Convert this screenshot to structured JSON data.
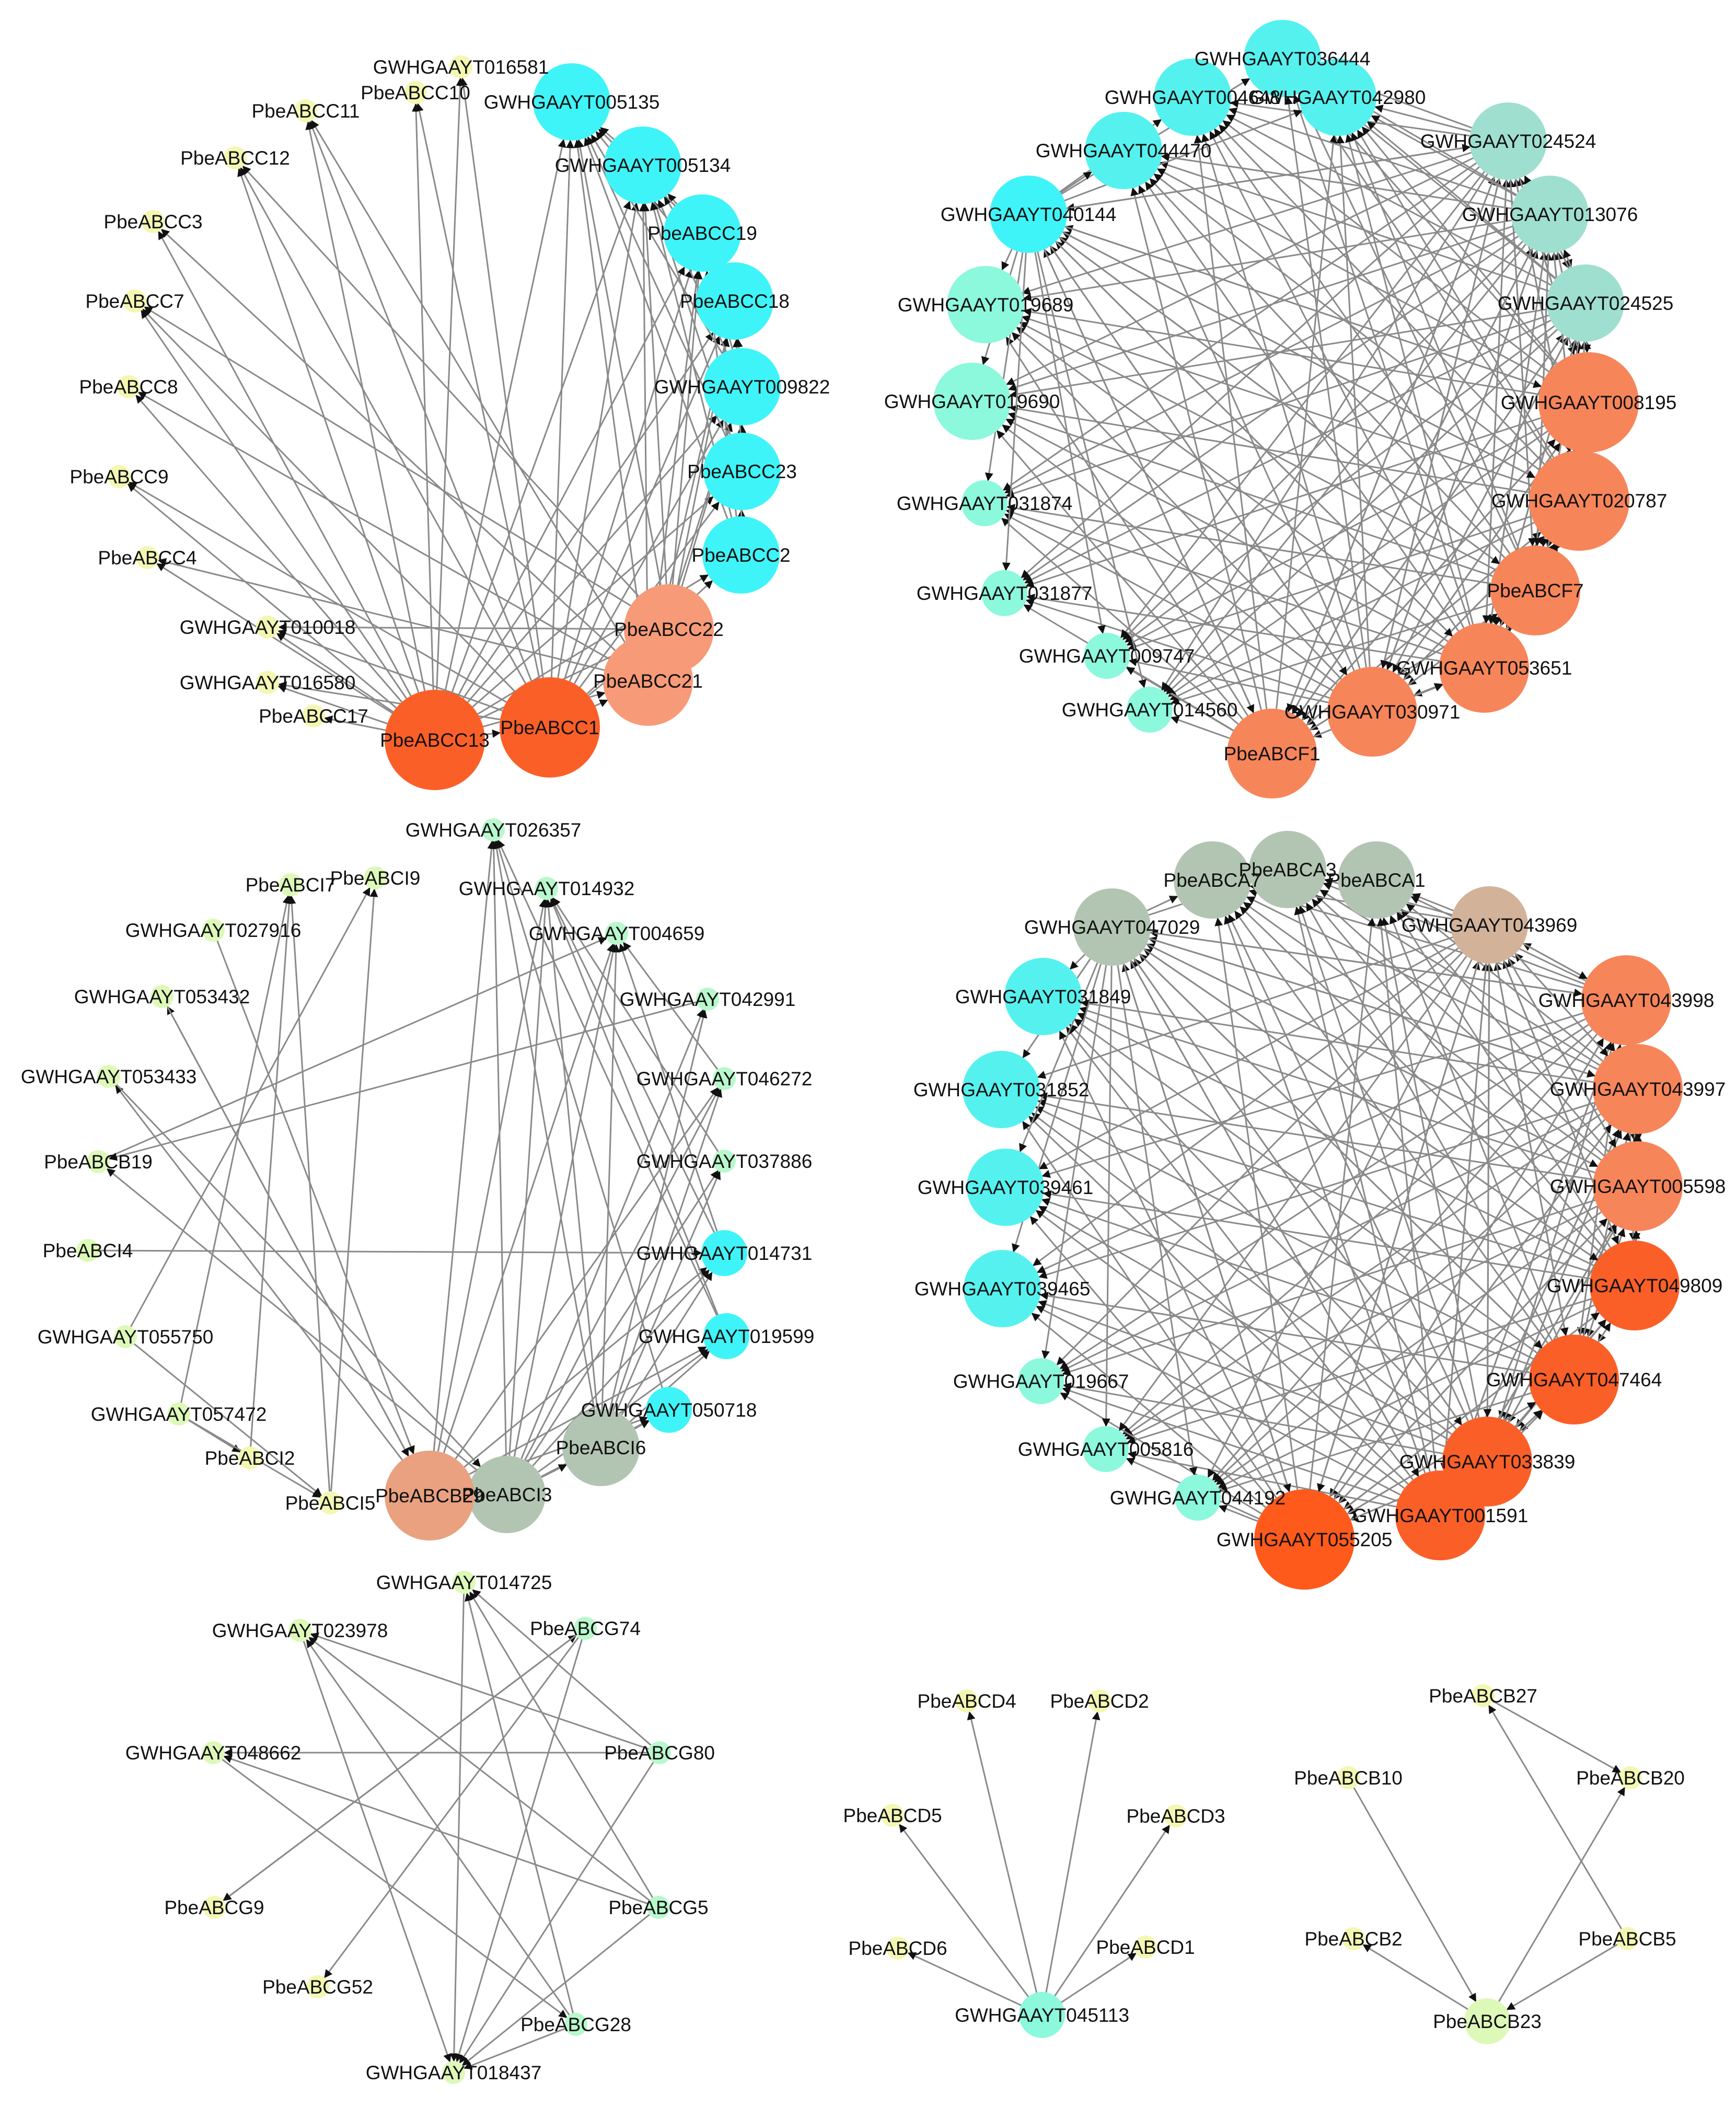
{
  "colors": {
    "edge": "#8a8a8a",
    "arrow": "#111111",
    "yellow": "#f3f7b2",
    "lime": "#ddf9b8",
    "mint": "#b8f8cc",
    "aqua": "#8cf8dc",
    "cyan": "#55f1ef",
    "cyanBright": "#3ff4f8",
    "teal": "#9fdfcf",
    "sage": "#b2c5b2",
    "tan": "#d2b39a",
    "salmon": "#f79a78",
    "coral": "#f7855a",
    "orange": "#fb5f28",
    "orangeDeep": "#fd5a1c",
    "peach": "#e9a180"
  },
  "networks": [
    {
      "id": "abcc",
      "nodes": [
        {
          "label": "GWHGAAYT016581",
          "color": "yellow",
          "size": 1
        },
        {
          "label": "PbeABCC10",
          "color": "yellow",
          "size": 1
        },
        {
          "label": "PbeABCC11",
          "color": "yellow",
          "size": 1
        },
        {
          "label": "PbeABCC12",
          "color": "yellow",
          "size": 1
        },
        {
          "label": "PbeABCC3",
          "color": "yellow",
          "size": 1
        },
        {
          "label": "PbeABCC7",
          "color": "yellow",
          "size": 1
        },
        {
          "label": "PbeABCC8",
          "color": "yellow",
          "size": 1
        },
        {
          "label": "PbeABCC9",
          "color": "yellow",
          "size": 1
        },
        {
          "label": "PbeABCC4",
          "color": "yellow",
          "size": 1
        },
        {
          "label": "GWHGAAYT010018",
          "color": "yellow",
          "size": 1
        },
        {
          "label": "GWHGAAYT016580",
          "color": "yellow",
          "size": 1
        },
        {
          "label": "PbeABCC17",
          "color": "yellow",
          "size": 1
        },
        {
          "label": "PbeABCC13",
          "color": "orange",
          "size": 5
        },
        {
          "label": "PbeABCC1",
          "color": "orange",
          "size": 5
        },
        {
          "label": "PbeABCC21",
          "color": "salmon",
          "size": 4
        },
        {
          "label": "PbeABCC22",
          "color": "salmon",
          "size": 4
        },
        {
          "label": "PbeABCC2",
          "color": "cyanBright",
          "size": 3
        },
        {
          "label": "PbeABCC23",
          "color": "cyanBright",
          "size": 3
        },
        {
          "label": "GWHGAAYT009822",
          "color": "cyanBright",
          "size": 3
        },
        {
          "label": "PbeABCC18",
          "color": "cyanBright",
          "size": 3
        },
        {
          "label": "PbeABCC19",
          "color": "cyanBright",
          "size": 3
        },
        {
          "label": "GWHGAAYT005134",
          "color": "cyanBright",
          "size": 3
        },
        {
          "label": "GWHGAAYT005135",
          "color": "cyanBright",
          "size": 3
        }
      ]
    },
    {
      "id": "abcf",
      "nodes": [
        {
          "label": "GWHGAAYT036444",
          "color": "cyan",
          "size": 3
        },
        {
          "label": "GWHGAAYT004648",
          "color": "cyan",
          "size": 3
        },
        {
          "label": "GWHGAAYT042980",
          "color": "cyan",
          "size": 3
        },
        {
          "label": "GWHGAAYT044470",
          "color": "cyan",
          "size": 3
        },
        {
          "label": "GWHGAAYT024524",
          "color": "teal",
          "size": 3
        },
        {
          "label": "GWHGAAYT013076",
          "color": "teal",
          "size": 3
        },
        {
          "label": "GWHGAAYT040144",
          "color": "cyanBright",
          "size": 3
        },
        {
          "label": "GWHGAAYT024525",
          "color": "teal",
          "size": 3
        },
        {
          "label": "GWHGAAYT019689",
          "color": "aqua",
          "size": 3
        },
        {
          "label": "GWHGAAYT019690",
          "color": "aqua",
          "size": 3
        },
        {
          "label": "GWHGAAYT008195",
          "color": "coral",
          "size": 5
        },
        {
          "label": "GWHGAAYT031874",
          "color": "aqua",
          "size": 2
        },
        {
          "label": "GWHGAAYT020787",
          "color": "coral",
          "size": 5
        },
        {
          "label": "GWHGAAYT031877",
          "color": "aqua",
          "size": 2
        },
        {
          "label": "PbeABCF7",
          "color": "coral",
          "size": 4
        },
        {
          "label": "GWHGAAYT009747",
          "color": "aqua",
          "size": 2
        },
        {
          "label": "GWHGAAYT053651",
          "color": "coral",
          "size": 4
        },
        {
          "label": "GWHGAAYT014560",
          "color": "aqua",
          "size": 2
        },
        {
          "label": "GWHGAAYT030971",
          "color": "coral",
          "size": 4
        },
        {
          "label": "PbeABCF1",
          "color": "coral",
          "size": 4
        }
      ]
    },
    {
      "id": "abci",
      "nodes": [
        {
          "label": "GWHGAAYT026357",
          "color": "mint",
          "size": 1
        },
        {
          "label": "PbeABCI9",
          "color": "lime",
          "size": 1
        },
        {
          "label": "PbeABCI7",
          "color": "lime",
          "size": 1
        },
        {
          "label": "GWHGAAYT014932",
          "color": "mint",
          "size": 1
        },
        {
          "label": "GWHGAAYT027916",
          "color": "lime",
          "size": 1
        },
        {
          "label": "GWHGAAYT004659",
          "color": "mint",
          "size": 1
        },
        {
          "label": "GWHGAAYT053432",
          "color": "lime",
          "size": 1
        },
        {
          "label": "GWHGAAYT042991",
          "color": "mint",
          "size": 1
        },
        {
          "label": "GWHGAAYT053433",
          "color": "lime",
          "size": 1
        },
        {
          "label": "GWHGAAYT046272",
          "color": "mint",
          "size": 1
        },
        {
          "label": "PbeABCB19",
          "color": "lime",
          "size": 1
        },
        {
          "label": "GWHGAAYT037886",
          "color": "mint",
          "size": 1
        },
        {
          "label": "PbeABCI4",
          "color": "lime",
          "size": 1
        },
        {
          "label": "GWHGAAYT014731",
          "color": "cyanBright",
          "size": 2
        },
        {
          "label": "GWHGAAYT055750",
          "color": "lime",
          "size": 1
        },
        {
          "label": "GWHGAAYT019599",
          "color": "cyanBright",
          "size": 2
        },
        {
          "label": "GWHGAAYT057472",
          "color": "lime",
          "size": 1
        },
        {
          "label": "GWHGAAYT050718",
          "color": "cyanBright",
          "size": 2
        },
        {
          "label": "PbeABCI2",
          "color": "yellow",
          "size": 1
        },
        {
          "label": "PbeABCI6",
          "color": "sage",
          "size": 3
        },
        {
          "label": "PbeABCI5",
          "color": "yellow",
          "size": 1
        },
        {
          "label": "PbeABCI3",
          "color": "sage",
          "size": 3
        },
        {
          "label": "PbeABCB29",
          "color": "peach",
          "size": 4
        }
      ]
    },
    {
      "id": "abca",
      "nodes": [
        {
          "label": "PbeABCA3",
          "color": "sage",
          "size": 3
        },
        {
          "label": "PbeABCA7",
          "color": "sage",
          "size": 3
        },
        {
          "label": "PbeABCA1",
          "color": "sage",
          "size": 3
        },
        {
          "label": "GWHGAAYT047029",
          "color": "sage",
          "size": 3
        },
        {
          "label": "GWHGAAYT043969",
          "color": "tan",
          "size": 3
        },
        {
          "label": "GWHGAAYT031849",
          "color": "cyan",
          "size": 3
        },
        {
          "label": "GWHGAAYT043998",
          "color": "coral",
          "size": 4
        },
        {
          "label": "GWHGAAYT031852",
          "color": "cyan",
          "size": 3
        },
        {
          "label": "GWHGAAYT043997",
          "color": "coral",
          "size": 4
        },
        {
          "label": "GWHGAAYT039461",
          "color": "cyan",
          "size": 3
        },
        {
          "label": "GWHGAAYT005598",
          "color": "coral",
          "size": 4
        },
        {
          "label": "GWHGAAYT039465",
          "color": "cyan",
          "size": 3
        },
        {
          "label": "GWHGAAYT049809",
          "color": "orange",
          "size": 4
        },
        {
          "label": "GWHGAAYT019667",
          "color": "aqua",
          "size": 2
        },
        {
          "label": "GWHGAAYT047464",
          "color": "orange",
          "size": 4
        },
        {
          "label": "GWHGAAYT005816",
          "color": "aqua",
          "size": 2
        },
        {
          "label": "GWHGAAYT033839",
          "color": "orange",
          "size": 4
        },
        {
          "label": "GWHGAAYT044192",
          "color": "aqua",
          "size": 2
        },
        {
          "label": "GWHGAAYT001591",
          "color": "orange",
          "size": 4
        },
        {
          "label": "GWHGAAYT055205",
          "color": "orangeDeep",
          "size": 5
        }
      ]
    },
    {
      "id": "abcg",
      "nodes": [
        {
          "label": "GWHGAAYT014725",
          "color": "lime",
          "size": 1
        },
        {
          "label": "GWHGAAYT023978",
          "color": "lime",
          "size": 1
        },
        {
          "label": "PbeABCG74",
          "color": "mint",
          "size": 1
        },
        {
          "label": "GWHGAAYT048662",
          "color": "lime",
          "size": 1
        },
        {
          "label": "PbeABCG80",
          "color": "mint",
          "size": 1
        },
        {
          "label": "PbeABCG9",
          "color": "yellow",
          "size": 1
        },
        {
          "label": "PbeABCG5",
          "color": "mint",
          "size": 1
        },
        {
          "label": "PbeABCG52",
          "color": "yellow",
          "size": 1
        },
        {
          "label": "PbeABCG28",
          "color": "mint",
          "size": 1
        },
        {
          "label": "GWHGAAYT018437",
          "color": "lime",
          "size": 1
        }
      ]
    },
    {
      "id": "abcd",
      "nodes": [
        {
          "label": "PbeABCD4",
          "color": "yellow",
          "size": 1
        },
        {
          "label": "PbeABCD2",
          "color": "yellow",
          "size": 1
        },
        {
          "label": "PbeABCD5",
          "color": "yellow",
          "size": 1
        },
        {
          "label": "PbeABCD3",
          "color": "yellow",
          "size": 1
        },
        {
          "label": "PbeABCD6",
          "color": "yellow",
          "size": 1
        },
        {
          "label": "PbeABCD1",
          "color": "yellow",
          "size": 1
        },
        {
          "label": "GWHGAAYT045113",
          "color": "aqua",
          "size": 2
        }
      ],
      "edges": [
        {
          "from": "GWHGAAYT045113",
          "to": "PbeABCD4"
        },
        {
          "from": "GWHGAAYT045113",
          "to": "PbeABCD2"
        },
        {
          "from": "GWHGAAYT045113",
          "to": "PbeABCD5"
        },
        {
          "from": "GWHGAAYT045113",
          "to": "PbeABCD3"
        },
        {
          "from": "GWHGAAYT045113",
          "to": "PbeABCD6"
        },
        {
          "from": "GWHGAAYT045113",
          "to": "PbeABCD1"
        }
      ]
    },
    {
      "id": "abcb",
      "nodes": [
        {
          "label": "PbeABCB27",
          "color": "yellow",
          "size": 1
        },
        {
          "label": "PbeABCB10",
          "color": "yellow",
          "size": 1
        },
        {
          "label": "PbeABCB20",
          "color": "yellow",
          "size": 1
        },
        {
          "label": "PbeABCB2",
          "color": "yellow",
          "size": 1
        },
        {
          "label": "PbeABCB5",
          "color": "yellow",
          "size": 1
        },
        {
          "label": "PbeABCB23",
          "color": "lime",
          "size": 2
        }
      ],
      "edges": [
        {
          "from": "PbeABCB5",
          "to": "PbeABCB27"
        },
        {
          "from": "PbeABCB27",
          "to": "PbeABCB20"
        },
        {
          "from": "PbeABCB10",
          "to": "PbeABCB23"
        },
        {
          "from": "PbeABCB23",
          "to": "PbeABCB20"
        },
        {
          "from": "PbeABCB23",
          "to": "PbeABCB2"
        },
        {
          "from": "PbeABCB5",
          "to": "PbeABCB23"
        }
      ]
    }
  ]
}
